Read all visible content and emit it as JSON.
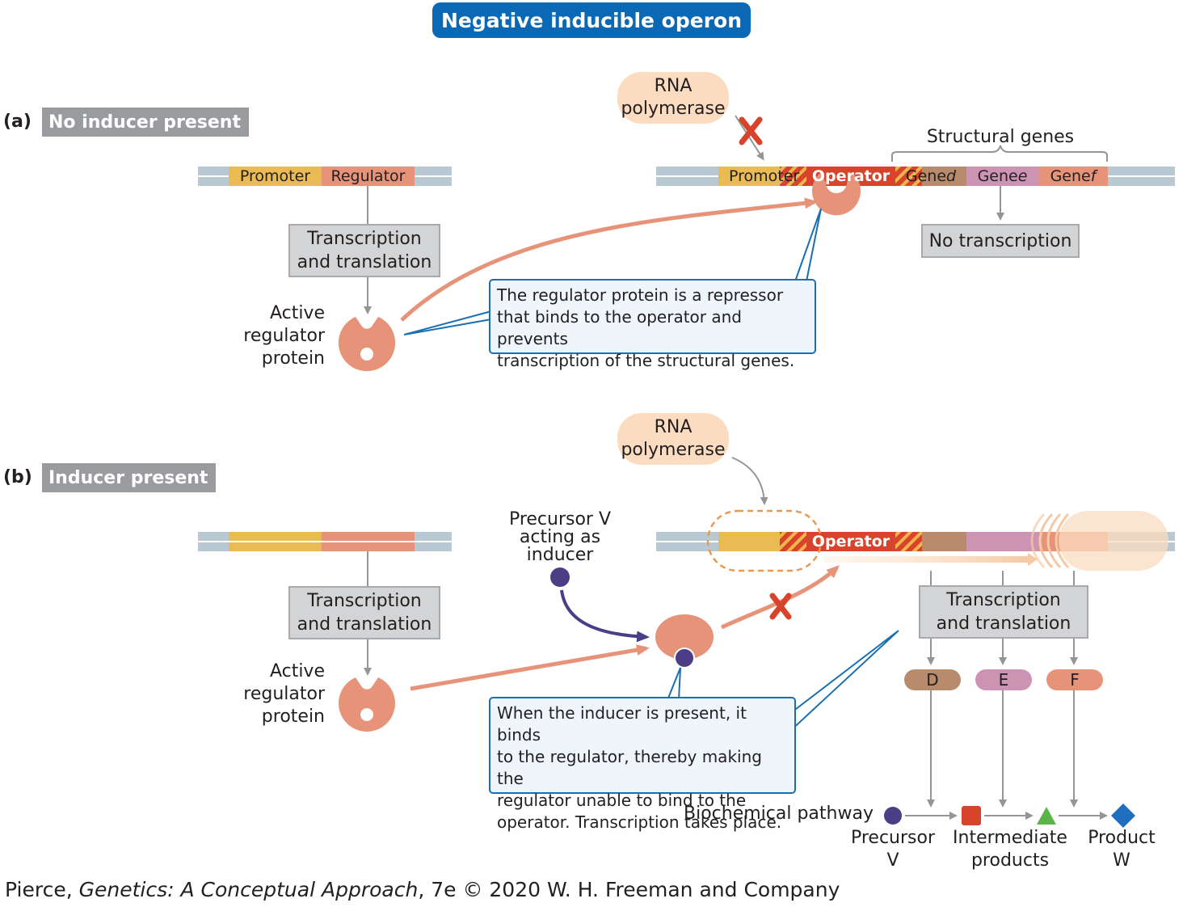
{
  "title": "Negative inducible operon",
  "panel_a": {
    "letter": "(a)",
    "label": "No inducer present",
    "regulator_gene": {
      "promoter": "Promoter",
      "regulator": "Regulator"
    },
    "transcription_box": [
      "Transcription",
      "and translation"
    ],
    "protein_label": [
      "Active",
      "regulator",
      "protein"
    ],
    "rna_polymerase": [
      "RNA",
      "polymerase"
    ],
    "structural_genes_label": "Structural genes",
    "operon": {
      "promoter": "Promoter",
      "operator": "Operator",
      "gene_d": "Gene ",
      "gene_d_letter": "d",
      "gene_e": "Gene ",
      "gene_e_letter": "e",
      "gene_f": "Gene ",
      "gene_f_letter": "f"
    },
    "no_transcription": "No transcription",
    "callout": [
      "The regulator protein is a repressor",
      "that binds to the operator and prevents",
      "transcription of the structural genes."
    ]
  },
  "panel_b": {
    "letter": "(b)",
    "label": "Inducer present",
    "transcription_box_left": [
      "Transcription",
      "and translation"
    ],
    "protein_label": [
      "Active",
      "regulator",
      "protein"
    ],
    "rna_polymerase": [
      "RNA",
      "polymerase"
    ],
    "inducer_label": [
      "Precursor V",
      "acting as",
      "inducer"
    ],
    "operator": "Operator",
    "transcription_box_right": [
      "Transcription",
      "and translation"
    ],
    "proteins": [
      "D",
      "E",
      "F"
    ],
    "callout": [
      "When the inducer is present, it binds",
      "to the regulator, thereby making the",
      "regulator unable to bind to the",
      "operator. Transcription takes place."
    ],
    "pathway_label": "Biochemical pathway",
    "pathway_captions": {
      "precursor": [
        "Precursor",
        "V"
      ],
      "intermediate": [
        "Intermediate",
        "products"
      ],
      "product": [
        "Product",
        "W"
      ]
    }
  },
  "credit": {
    "pre": "Pierce, ",
    "italic": "Genetics: A Conceptual Approach",
    "post": ", 7e © 2020 W. H. Freeman and Company"
  },
  "colors": {
    "title_blue": "#0a68b4",
    "dna": "#b9c9d4",
    "promoter": "#e9bb52",
    "regulator": "#e7937a",
    "operator": "#d7432b",
    "gene_d": "#b78b6c",
    "gene_e": "#cc93b3",
    "gene_f": "#e7937a",
    "protein": "#e7937a",
    "inducer": "#4b3d86",
    "callout_border": "#1a6fb0",
    "x_mark": "#d7432b",
    "intermediate_square": "#d7432b",
    "intermediate_triangle": "#5ab448",
    "product_diamond": "#1f6fc1"
  }
}
